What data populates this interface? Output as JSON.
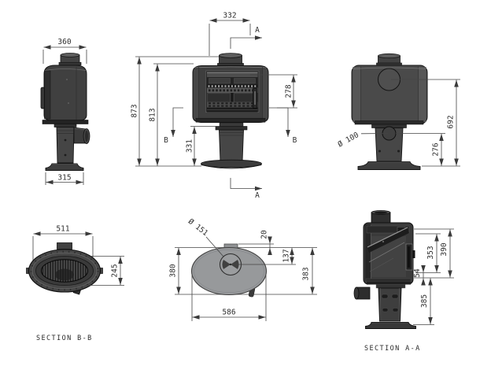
{
  "colors": {
    "background": "#ffffff",
    "line": "#454545",
    "text": "#2e2e2e",
    "stove_dark": "#3d3d3d",
    "stove_mid": "#4c4c4c",
    "top_view_gray": "#97999b"
  },
  "views": {
    "side": {
      "dim_top_width": "360",
      "dim_base_width": "315"
    },
    "front": {
      "dim_top": "332",
      "dim_total_height": "873",
      "dim_body_height": "813",
      "dim_pedestal_height": "331",
      "dim_glass_height": "278",
      "marker_a": "A",
      "marker_b": "B"
    },
    "rear": {
      "dim_flue_center_height": "692",
      "dim_outlet_center_height": "276",
      "label_outlet_diameter": "Ø 100"
    },
    "section_bb": {
      "title": "SECTION B-B",
      "dim_width": "511",
      "dim_height": "245"
    },
    "top": {
      "label_flue_diameter": "Ø 151",
      "dim_tab": "20",
      "dim_flue_center": "137",
      "dim_depth_left": "380",
      "dim_depth_right": "383",
      "dim_width": "586"
    },
    "section_aa": {
      "title": "SECTION A-A",
      "dim_inner_height": "353",
      "dim_body_height": "390",
      "dim_gap": "54",
      "dim_pedestal_height": "385"
    }
  }
}
